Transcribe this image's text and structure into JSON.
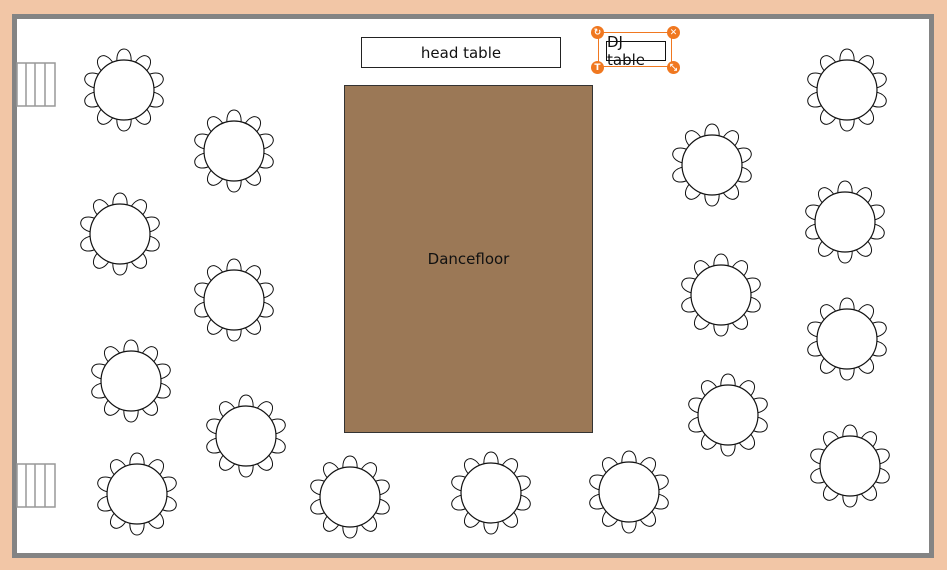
{
  "labels": {
    "head_table": "head table",
    "dancefloor": "Dancefloor",
    "dj_table": "DJ table"
  },
  "colors": {
    "dancefloor": "#9b7856",
    "selection": "#f07820",
    "wall": "#848484",
    "background": "#f2c6a6"
  },
  "tables": {
    "count": 17,
    "chairs_per_table": 10
  },
  "selection_handles": [
    "rotate-icon",
    "close-icon",
    "text-icon",
    "resize-icon"
  ]
}
